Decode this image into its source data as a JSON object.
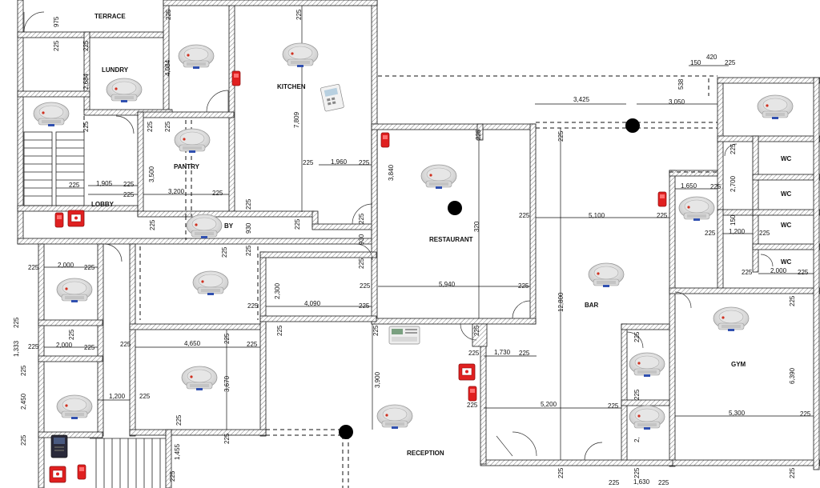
{
  "rooms": {
    "terrace": "TERRACE",
    "lundry": "LUNDRY",
    "kitchen": "KITCHEN",
    "pantry": "PANTRY",
    "lobby": "LOBBY",
    "lobby_partial": "BY",
    "restaurant": "RESTAURANT",
    "bar": "BAR",
    "gym": "GYM",
    "reception": "RECEPTION",
    "wc": "WC"
  },
  "dimensions": {
    "d975": "975",
    "d225": "225",
    "d2684": "2,684",
    "d4084": "4,084",
    "d7809": "7,809",
    "d1960": "1,960",
    "d1905": "1,905",
    "d3200": "3,200",
    "d3500": "3,500",
    "d3840": "3,840",
    "d930": "930",
    "d420": "420",
    "d150": "150",
    "d538": "538",
    "d3425": "3,425",
    "d3050": "3,050",
    "d1650": "1,650",
    "d2700": "2,700",
    "d1200": "1,200",
    "d5100": "5,100",
    "d320": "320",
    "d2000": "2,000",
    "d2300": "2,300",
    "d4090": "4,090",
    "d5940": "5,940",
    "d12800": "12,800",
    "d1333": "1,333",
    "d4650": "4,650",
    "d3670": "3,670",
    "d1730": "1,730",
    "d3900": "3,900",
    "d2450": "2,450",
    "d5200": "5,200",
    "d5300": "5,300",
    "d6390": "6,390",
    "d1455": "1,455",
    "d1630": "1,630",
    "d2s": "2,"
  },
  "icons": {
    "smoke_detector": "smoke-detector-icon",
    "manual_call_point": "manual-call-point-icon",
    "alarm_sounder": "alarm-sounder-icon",
    "fire_panel": "fire-alarm-panel-icon",
    "junction": "junction-point-icon"
  },
  "colors": {
    "wall_outline": "#1a1a1a",
    "call_point_red": "#e02020",
    "detector_body": "#f0f0f0",
    "detector_led": "#d03020",
    "panel_dark": "#2a2a3a"
  }
}
